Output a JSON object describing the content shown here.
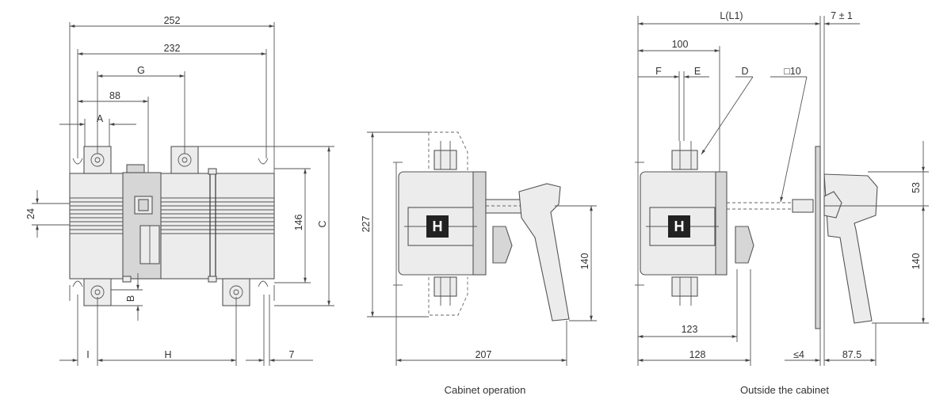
{
  "front_view": {
    "dims": {
      "overall_width": "252",
      "mounting_width": "232",
      "g": "G",
      "d88": "88",
      "a": "A",
      "d24": "24",
      "b": "B",
      "d146": "146",
      "c": "C",
      "i": "I",
      "h": "H",
      "d7": "7"
    }
  },
  "cabinet_view": {
    "dims": {
      "d227": "227",
      "d140": "140",
      "d207": "207"
    },
    "handle_label": "H",
    "caption": "Cabinet operation"
  },
  "outside_view": {
    "dims": {
      "l": "L(L1)",
      "d7pm1": "7 ± 1",
      "d100": "100",
      "f": "F",
      "e": "E",
      "d": "D",
      "sq10": "□10",
      "d53": "53",
      "d140": "140",
      "d123": "123",
      "d128": "128",
      "le4": "≤4",
      "d87_5": "87.5"
    },
    "handle_label": "H",
    "caption": "Outside the cabinet"
  },
  "colors": {
    "line": "#555555",
    "body": "#ececec",
    "text": "#333333"
  }
}
